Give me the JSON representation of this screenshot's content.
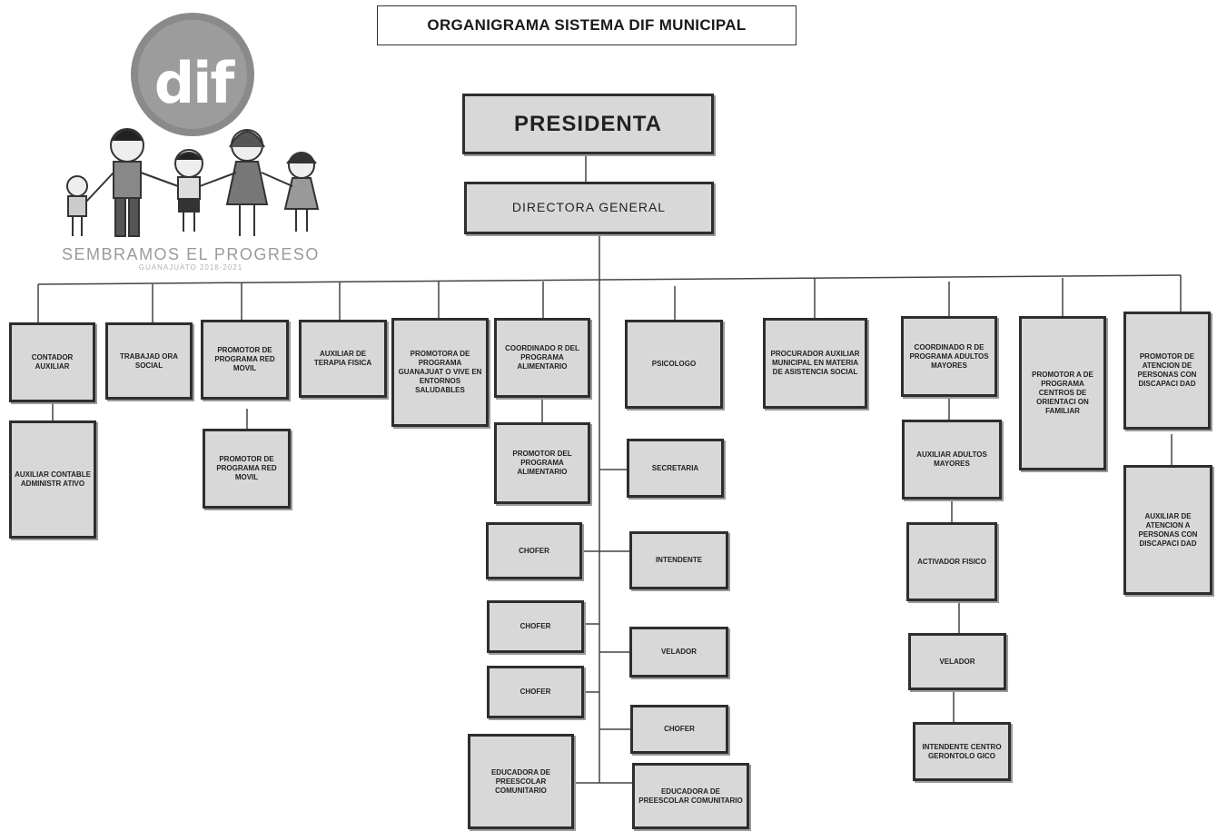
{
  "title": "ORGANIGRAMA SISTEMA DIF MUNICIPAL",
  "logo": {
    "brand": "dif",
    "slogan": "SEMBRAMOS EL PROGRESO",
    "tagline": "GUANAJUATO 2018-2021",
    "colors": {
      "circle": "#8a8a8a",
      "text": "#9a9a9a"
    }
  },
  "nodes": {
    "presidenta": "PRESIDENTA",
    "directora": "DIRECTORA GENERAL",
    "contador": "CONTADOR AUXILIAR",
    "auxiliar_contable": "AUXILIAR CONTABLE ADMINISTR ATIVO",
    "trabajadora": "TRABAJAD ORA SOCIAL",
    "promotor_red1": "PROMOTOR DE PROGRAMA RED MOVIL",
    "promotor_red2": "PROMOTOR DE PROGRAMA RED MOVIL",
    "auxiliar_terapia": "AUXILIAR DE TERAPIA FISICA",
    "promotora_entornos": "PROMOTORA DE PROGRAMA GUANAJUAT O VIVE EN ENTORNOS SALUDABLES",
    "coordinador_alimentario": "COORDINADO R DEL PROGRAMA ALIMENTARIO",
    "promotor_alimentario": "PROMOTOR DEL PROGRAMA ALIMENTARIO",
    "psicologo": "PSICOLOGO",
    "secretaria": "SECRETARIA",
    "intendente": "INTENDENTE",
    "velador_center": "VELADOR",
    "chofer_right": "CHOFER",
    "educadora_right": "EDUCADORA DE PREESCOLAR COMUNITARIO",
    "chofer1": "CHOFER",
    "chofer2": "CHOFER",
    "chofer3": "CHOFER",
    "educadora_left": "EDUCADORA DE PREESCOLAR COMUNITARIO",
    "procurador": "PROCURADOR AUXILIAR MUNICIPAL EN MATERIA DE ASISTENCIA SOCIAL",
    "coordinador_adultos": "COORDINADO R DE PROGRAMA ADULTOS MAYORES",
    "auxiliar_adultos": "AUXILIAR ADULTOS MAYORES",
    "activador": "ACTIVADOR FISICO",
    "velador_adultos": "VELADOR",
    "intendente_gerontologico": "INTENDENTE CENTRO GERONTOLO GICO",
    "promotora_familiar": "PROMOTOR A DE PROGRAMA CENTROS DE ORIENTACI ON FAMILIAR",
    "promotor_discapacidad": "PROMOTOR DE ATENCION DE PERSONAS CON DISCAPACI DAD",
    "auxiliar_discapacidad": "AUXILIAR DE ATENCION A PERSONAS CON DISCAPACI DAD"
  }
}
